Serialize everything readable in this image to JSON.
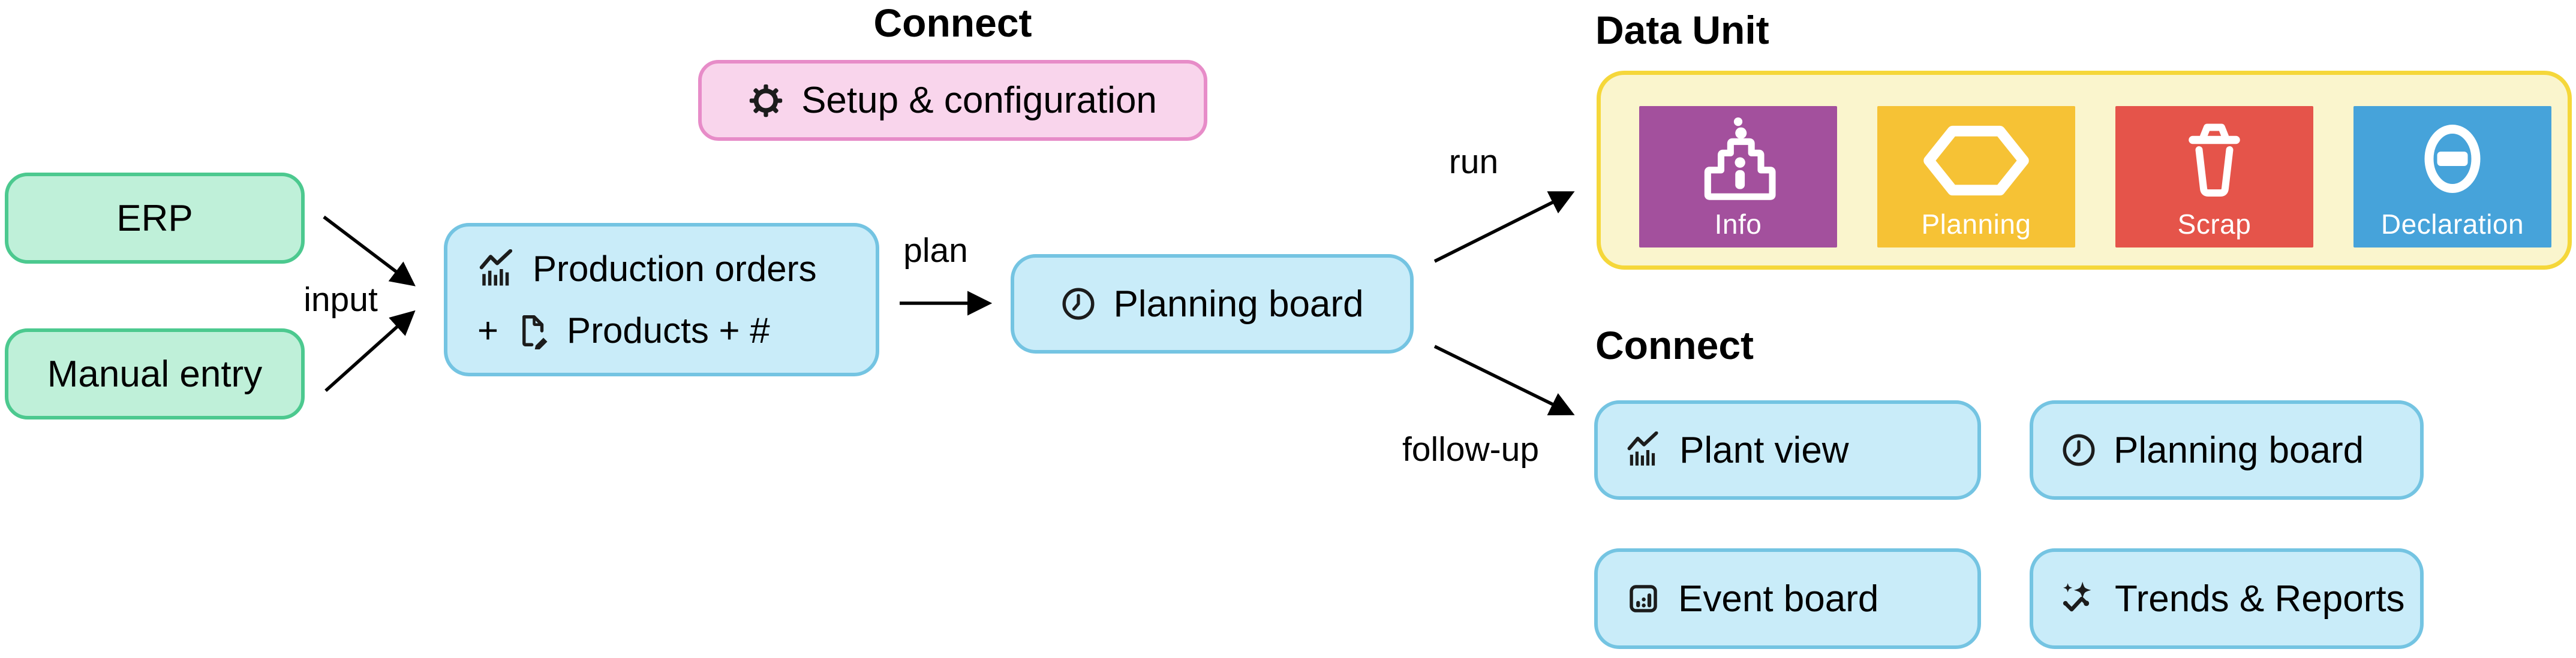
{
  "setup": {
    "section_title": "Connect",
    "label": "Setup & configuration"
  },
  "sources": {
    "erp_label": "ERP",
    "manual_label": "Manual entry"
  },
  "flow": {
    "production_orders": {
      "line1": "Production orders",
      "plus": "+",
      "line2": "Products + #"
    },
    "planning_board_label": "Planning board"
  },
  "arrow_labels": {
    "input": "input",
    "plan": "plan",
    "run": "run",
    "follow_up": "follow-up"
  },
  "data_unit": {
    "title": "Data Unit",
    "container_fill": "#faf5cd",
    "container_border": "#f5d73a",
    "tiles": [
      {
        "label": "Info",
        "color": "#a3509d",
        "icon": "machine-info-icon"
      },
      {
        "label": "Planning",
        "color": "#f6c235",
        "icon": "hexagon-icon"
      },
      {
        "label": "Scrap",
        "color": "#e5544a",
        "icon": "trash-icon"
      },
      {
        "label": "Declaration",
        "color": "#46a3da",
        "icon": "no-entry-icon"
      }
    ]
  },
  "connect": {
    "title": "Connect",
    "items": [
      {
        "label": "Plant view",
        "icon": "analytics-chart-icon"
      },
      {
        "label": "Planning board",
        "icon": "clock-icon"
      },
      {
        "label": "Event board",
        "icon": "event-board-icon"
      },
      {
        "label": "Trends & Reports",
        "icon": "trends-sparkle-icon"
      }
    ]
  },
  "colors": {
    "green_fill": "#bff0d9",
    "green_border": "#4cc98f",
    "blue_fill": "#c9ecf9",
    "blue_border": "#74c4e2",
    "pink_fill": "#f9d5ec",
    "pink_border": "#e78cc8",
    "arrow": "#000000",
    "text": "#000000"
  }
}
